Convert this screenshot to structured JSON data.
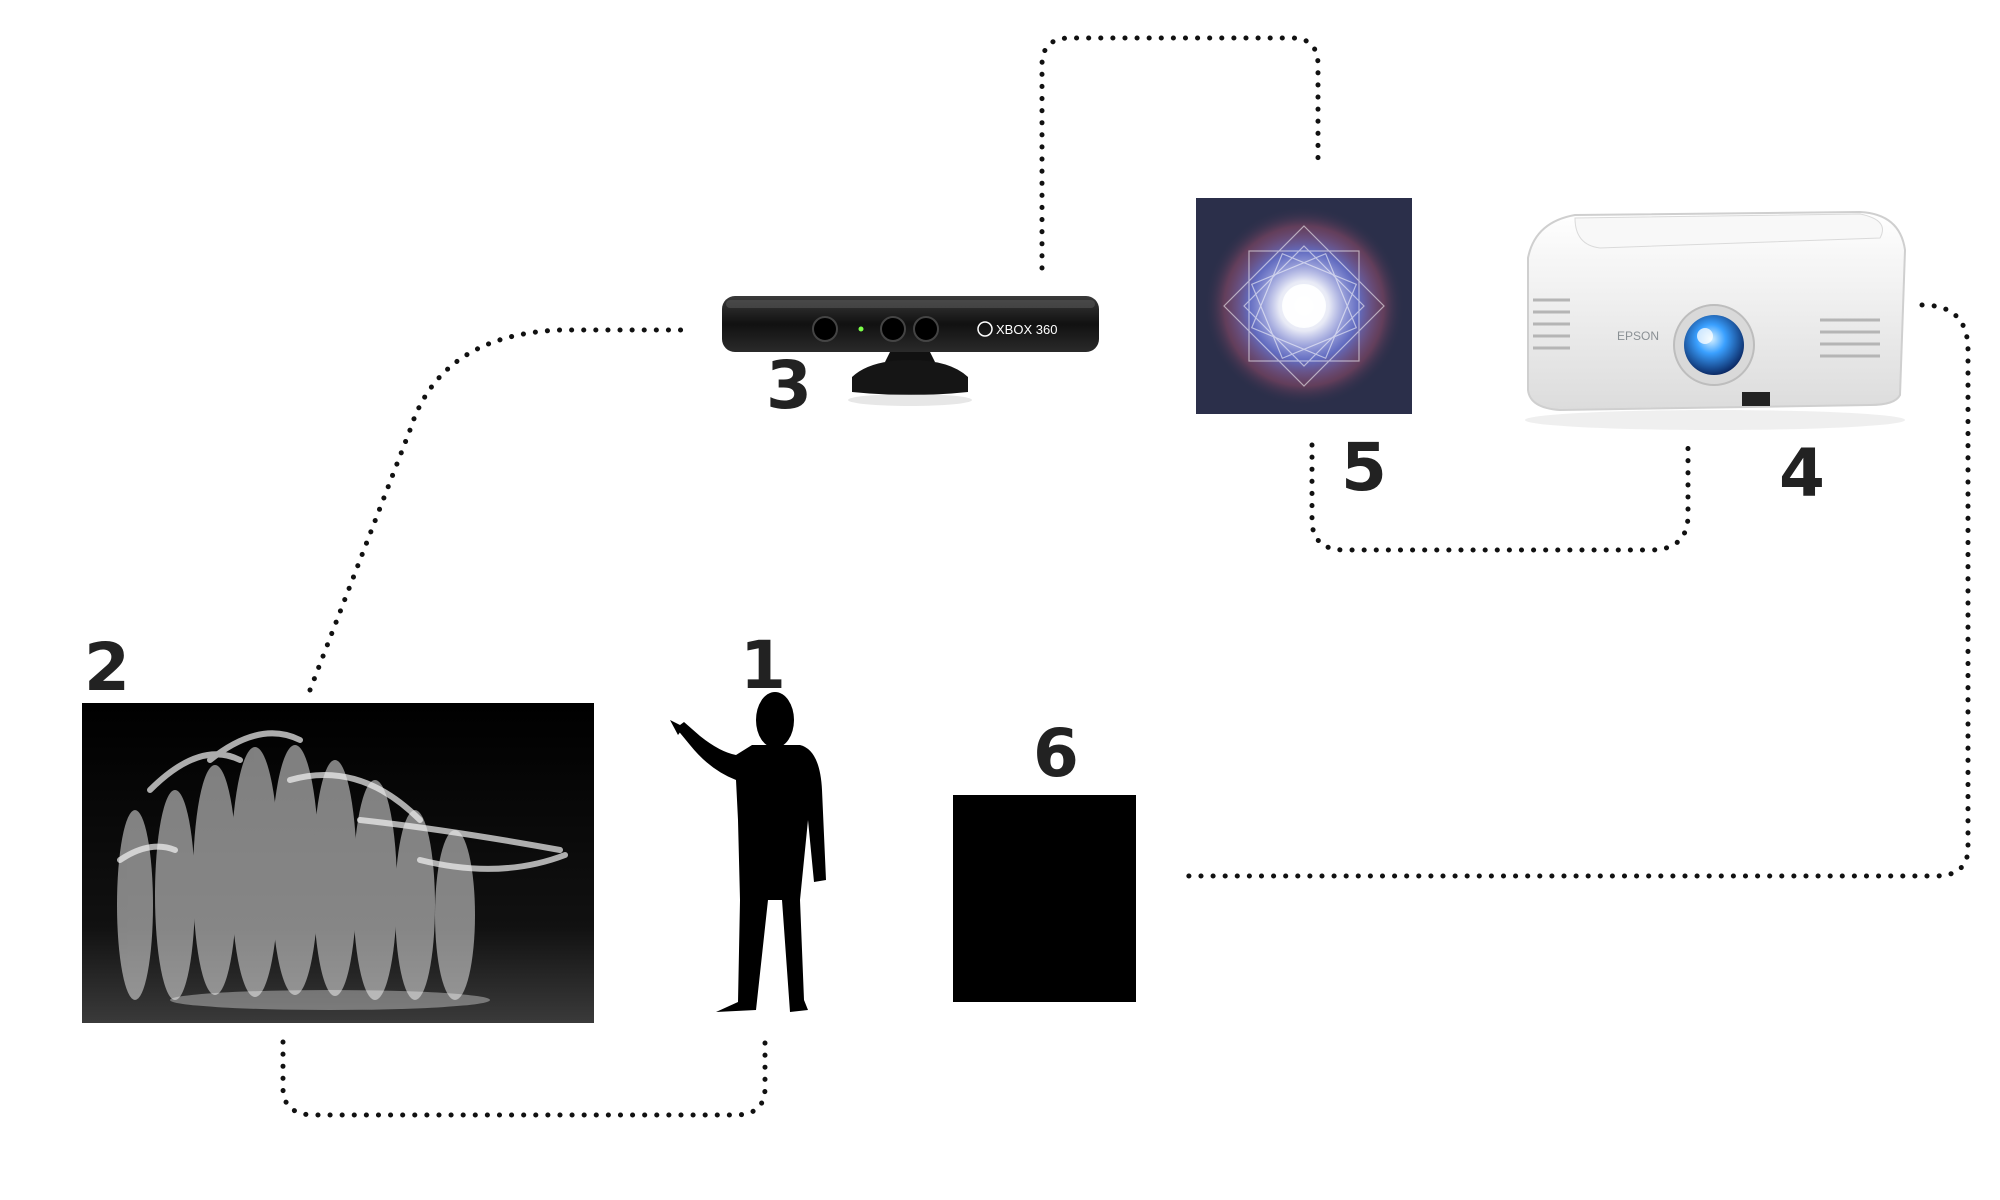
{
  "labels": {
    "person": "1",
    "dance_image": "2",
    "kinect": "3",
    "projector": "4",
    "visual": "5",
    "screen": "6"
  },
  "devices": {
    "kinect_logo": "XBOX 360",
    "projector_brand": "EPSON"
  },
  "colors": {
    "connector": "#111111",
    "screen": "#000000",
    "kinect_body": "#1a1a1a",
    "projector_body": "#f2f2f2",
    "visual_bg": "#2b2f4a"
  },
  "icons": [
    "person-silhouette-icon",
    "kinect-sensor-icon",
    "projector-icon",
    "kaleidoscope-visual-icon",
    "dancer-motion-photo-icon"
  ]
}
